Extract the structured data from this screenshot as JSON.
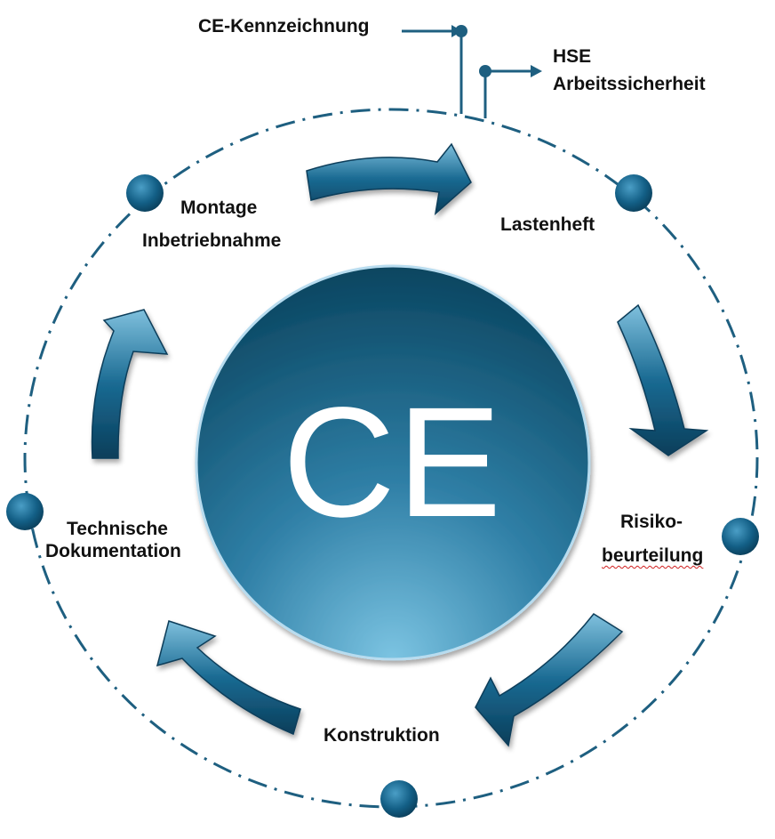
{
  "center": {
    "label": "CE"
  },
  "labels": {
    "ce_kennzeichnung": "CE-Kennzeichnung",
    "hse_line1": "HSE",
    "hse_line2": "Arbeitssicherheit",
    "montage_line1": "Montage",
    "montage_line2": "Inbetriebnahme",
    "lastenheft": "Lastenheft",
    "risiko_line1": "Risiko-",
    "risiko_line2": "beurteilung",
    "konstruktion": "Konstruktion",
    "technische_line1": "Technische",
    "technische_line2": "Dokumentation"
  },
  "colors": {
    "ring": "#1e5f80",
    "arrow_dark": "#0d4663",
    "arrow_light": "#5ea3c4",
    "center_dark": "#0a4a66",
    "center_light": "#6fb8d8",
    "node": "#0f5c80"
  }
}
